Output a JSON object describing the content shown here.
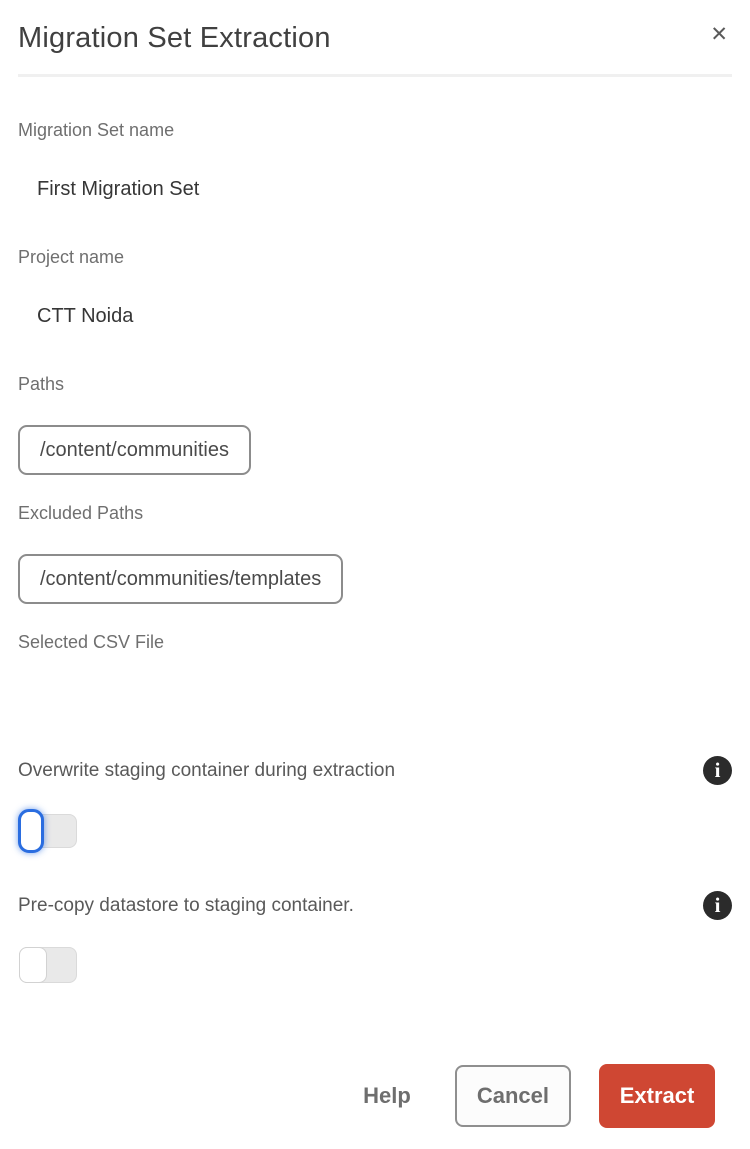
{
  "dialog": {
    "title": "Migration Set Extraction"
  },
  "icons": {
    "close": "✕",
    "info": "i"
  },
  "fields": {
    "migration_set": {
      "label": "Migration Set name",
      "value": "First Migration Set"
    },
    "project": {
      "label": "Project name",
      "value": "CTT Noida"
    },
    "paths": {
      "label": "Paths",
      "chips": [
        "/content/communities"
      ]
    },
    "excluded_paths": {
      "label": "Excluded Paths",
      "chips": [
        "/content/communities/templates"
      ]
    },
    "csv": {
      "label": "Selected CSV File",
      "value": ""
    }
  },
  "toggles": [
    {
      "label": "Overwrite staging container during extraction",
      "state": "off",
      "focused": true
    },
    {
      "label": "Pre-copy datastore to staging container.",
      "state": "off",
      "focused": false
    }
  ],
  "footer": {
    "help_label": "Help",
    "cancel_label": "Cancel",
    "extract_label": "Extract"
  },
  "colors": {
    "accent_red": "#cf4733",
    "focus_blue": "#2a6de0",
    "info_icon_bg": "#2b2b2b"
  }
}
